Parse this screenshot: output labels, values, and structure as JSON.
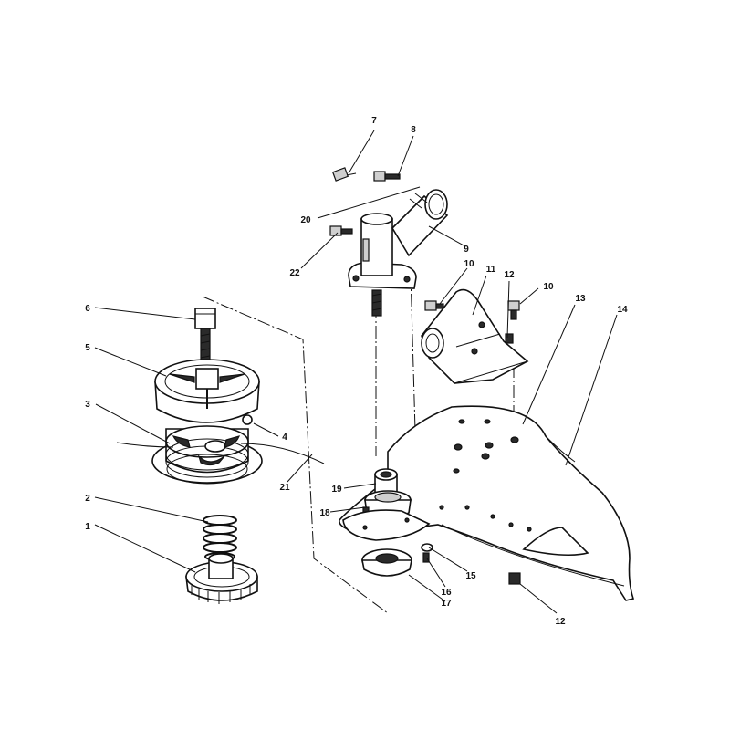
{
  "diagram": {
    "callouts": [
      "1",
      "2",
      "3",
      "4",
      "5",
      "6",
      "7",
      "8",
      "9",
      "10",
      "10",
      "11",
      "12",
      "12",
      "13",
      "14",
      "15",
      "16",
      "17",
      "18",
      "19",
      "20",
      "21",
      "22"
    ]
  }
}
